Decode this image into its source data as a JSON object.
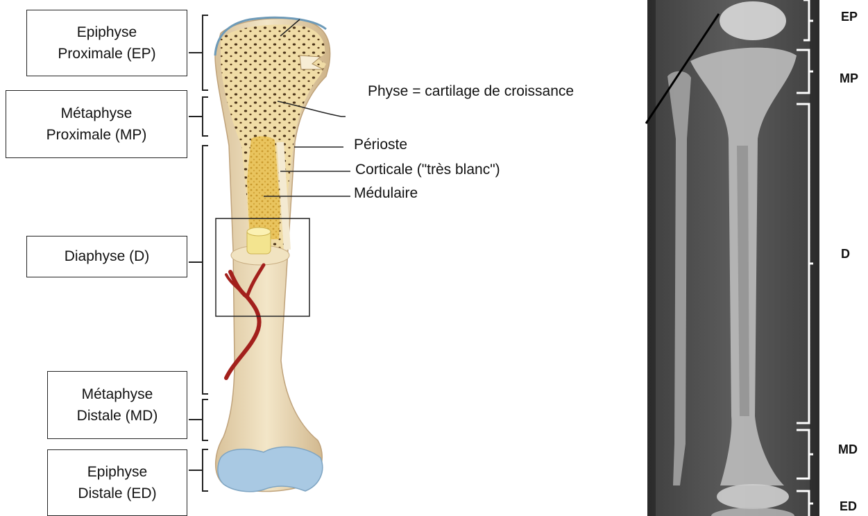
{
  "boxes": {
    "ep": {
      "line1": "Epiphyse",
      "line2": "Proximale (EP)"
    },
    "mp": {
      "line1": "Métaphyse",
      "line2": "Proximale (MP)"
    },
    "d": {
      "line1": "Diaphyse (D)"
    },
    "md": {
      "line1": "Métaphyse",
      "line2": "Distale (MD)"
    },
    "ed": {
      "line1": "Epiphyse",
      "line2": "Distale (ED)"
    }
  },
  "labels": {
    "physe": "Physe = cartilage de croissance",
    "perioste": "Périoste",
    "corticale": "Corticale (\"très blanc\")",
    "medulaire": "Médulaire"
  },
  "xray_labels": {
    "ep": "EP",
    "mp": "MP",
    "d": "D",
    "md": "MD",
    "ed": "ED"
  },
  "colors": {
    "bone": "#e9d7ad",
    "spongy": "#f2e0a8",
    "marrow": "#e8c25c",
    "artery": "#a3201c",
    "cartilage": "#a9c9e3",
    "bracket_xray": "#ffffff"
  }
}
